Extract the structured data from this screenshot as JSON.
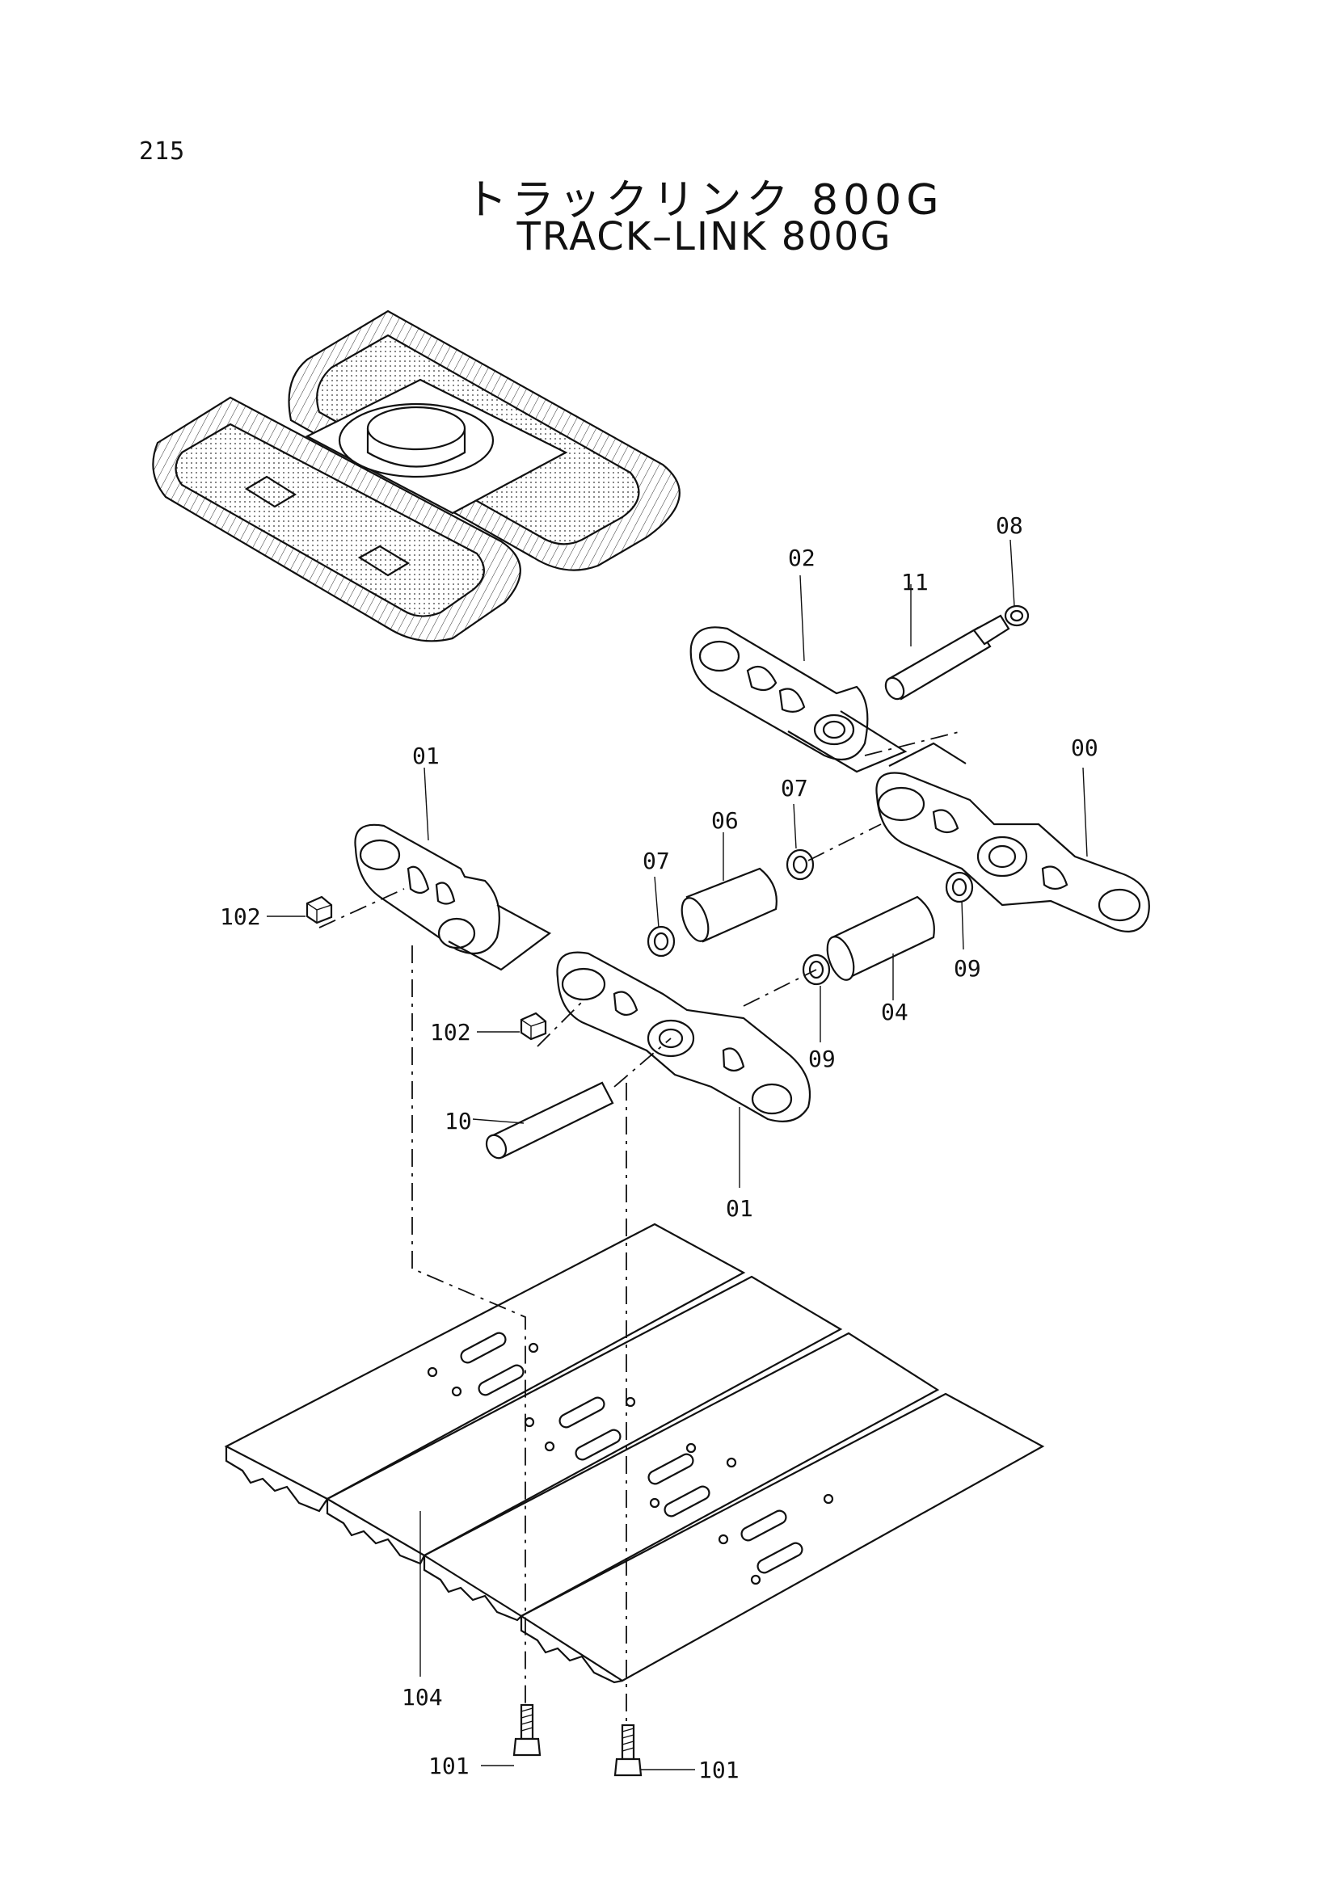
{
  "page_number": "215",
  "title_jp": "トラックリンク 800G",
  "title_en": "TRACK–LINK 800G",
  "callouts": {
    "c00": "00",
    "c01a": "01",
    "c01b": "01",
    "c02": "02",
    "c04": "04",
    "c06": "06",
    "c07a": "07",
    "c07b": "07",
    "c08": "08",
    "c09a": "09",
    "c09b": "09",
    "c10": "10",
    "c11": "11",
    "c101a": "101",
    "c101b": "101",
    "c102a": "102",
    "c102b": "102",
    "c104": "104"
  }
}
